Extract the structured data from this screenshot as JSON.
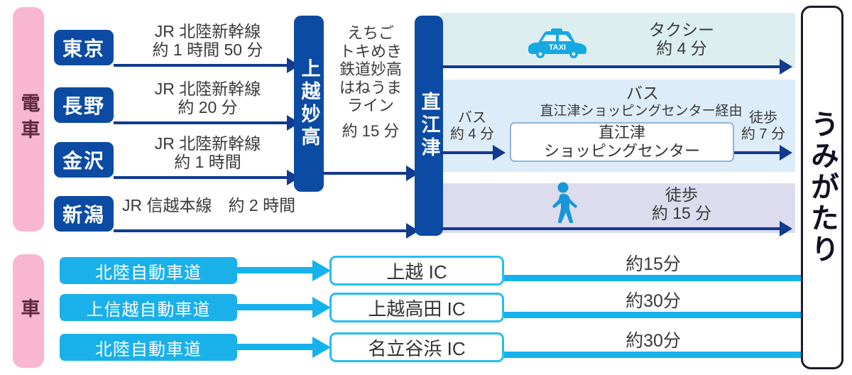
{
  "categories": {
    "train": "電車",
    "car": "車"
  },
  "train": {
    "origins": [
      {
        "name": "東京",
        "line": "JR 北陸新幹線",
        "time": "約 1 時間 50 分"
      },
      {
        "name": "長野",
        "line": "JR 北陸新幹線",
        "time": "約 20 分"
      },
      {
        "name": "金沢",
        "line": "JR 北陸新幹線",
        "time": "約 1 時間"
      },
      {
        "name": "新潟",
        "line": "JR 信越本線　約 2 時間",
        "time": ""
      }
    ],
    "hub1": "上越妙高",
    "hub2": "直江津",
    "between_hubs": {
      "line": "えちご\nトキめき\n鉄道妙高\nはねうま\nライン",
      "line_rows": [
        "えちご",
        "トキめき",
        "鉄道妙高",
        "はねうま",
        "ライン"
      ],
      "time": "約 15 分"
    }
  },
  "modes": {
    "taxi": {
      "icon": "taxi-icon",
      "icon_text": "TAXI",
      "name": "タクシー",
      "time": "約 4 分"
    },
    "bus": {
      "name": "バス",
      "via": "直江津ショッピングセンター経由",
      "leg1_name": "バス",
      "leg1_time": "約 4 分",
      "stop_line1": "直江津",
      "stop_line2": "ショッピングセンター",
      "leg2_name": "徒歩",
      "leg2_time": "約 7 分"
    },
    "walk": {
      "icon": "pedestrian-icon",
      "name": "徒歩",
      "time": "約 15 分"
    }
  },
  "car": {
    "routes": [
      {
        "highway": "北陸自動車道",
        "ic": "上越 IC",
        "time": "約15分"
      },
      {
        "highway": "上信越自動車道",
        "ic": "上越高田 IC",
        "time": "約30分"
      },
      {
        "highway": "北陸自動車道",
        "ic": "名立谷浜 IC",
        "time": "約30分"
      }
    ]
  },
  "destination": {
    "name": "うみがたり"
  },
  "colors": {
    "pink": "#f9b6d0",
    "navy": "#0b4ba3",
    "line_navy": "#123a8f",
    "cyan": "#16b2ec",
    "band_taxi": "#dceef0",
    "band_bus": "#ddecf9",
    "band_walk": "#dcdcee"
  }
}
